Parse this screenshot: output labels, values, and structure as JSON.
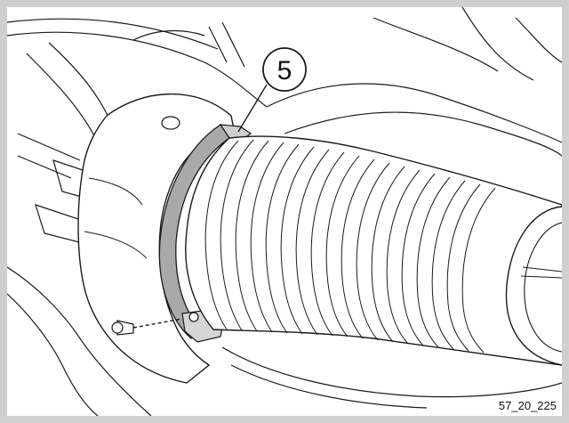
{
  "callout": {
    "number": "5"
  },
  "figure_code": "57_20_225",
  "colors": {
    "frame": "#cfcfcf",
    "line": "#1a1a1a",
    "ring_fill": "#a9a9a9",
    "background": "#ffffff"
  },
  "parts": [
    "blower-housing",
    "outlet-clamp",
    "corrugated-hose",
    "clamp-screw"
  ]
}
